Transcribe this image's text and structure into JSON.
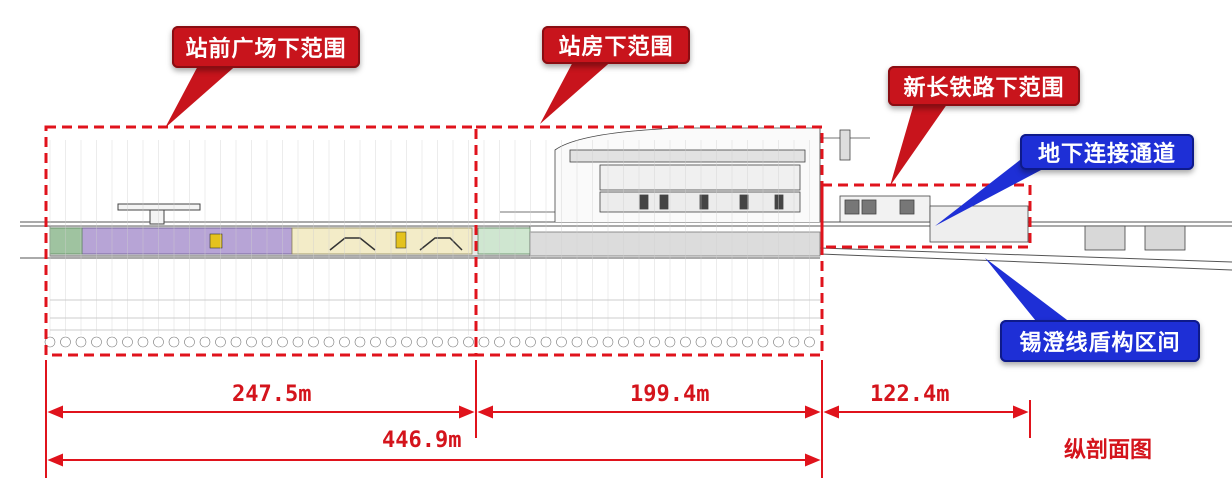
{
  "callouts": {
    "plaza": "站前广场下范围",
    "station": "站房下范围",
    "railway": "新长铁路下范围",
    "passage": "地下连接通道",
    "shield": "锡澄线盾构区间"
  },
  "dimensions": {
    "plaza_span": "247.5m",
    "station_span": "199.4m",
    "railway_span": "122.4m",
    "total_span": "446.9m"
  },
  "caption": "纵剖面图",
  "colors": {
    "red": "#c8141c",
    "blue": "#1e2fd6",
    "dim_red": "#d4141c"
  }
}
